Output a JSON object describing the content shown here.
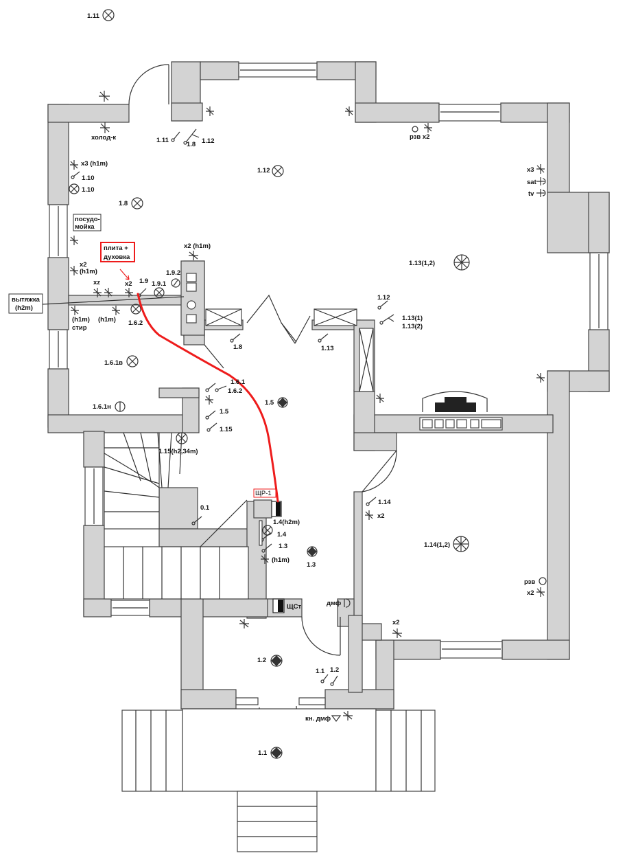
{
  "accent": "#ee1c1c",
  "labels": {
    "l111_top": "1.11",
    "kholodk": "холод-к",
    "l111": "1.11",
    "l18a": "1.8",
    "l112a": "1.12",
    "rzv_x2": "рзв x2",
    "x3_h1m": "x3 (h1m)",
    "l110a": "1.10",
    "l110b": "1.10",
    "l112_lamp": "1.12",
    "x3_right": "x3",
    "sat": "sat",
    "tv": "tv",
    "l18_lamp": "1.8",
    "posudo1": "посудо-",
    "posudo2": "мойка",
    "plita1": "плита +",
    "plita2": "духовка",
    "x2_h1m_top": "x2 (h1m)",
    "x2_a": "x2",
    "h1m_a": "(h1m)",
    "l1131_lamp": "1.13(1,2)",
    "xz": "xz",
    "x2_b": "x2",
    "l19": "1.9",
    "l192": "1.9.2",
    "l191": "1.9.1",
    "vytyazhka1": "вытяжка",
    "vytyazhka2": "(h2m)",
    "h1m_b": "(h1m)",
    "stir": "стир",
    "h1m_c": "(h1m)",
    "l162": "1.6.2",
    "l112b": "1.12",
    "l1131": "1.13(1)",
    "l1132": "1.13(2)",
    "l18b": "1.8",
    "l113": "1.13",
    "l161v": "1.6.1в",
    "l161": "1.6.1",
    "l162b": "1.6.2",
    "l15_lamp": "1.5",
    "l161n": "1.6.1н",
    "l15": "1.5",
    "l115": "1.15",
    "l115_lamp": "1.15(h2,34m)",
    "shr1": "ЩР-1",
    "l01": "0.1",
    "l14_h2m": "1.4(h2m)",
    "l14": "1.4",
    "l13": "1.3",
    "h1m_d": "(h1m)",
    "l13_lamp": "1.3",
    "l114": "1.14",
    "x2_c": "x2",
    "l1141_lamp": "1.14(1,2)",
    "rzv": "рзв",
    "x2_d": "x2",
    "dmf": "дмф",
    "shst": "ЩСт",
    "x2_e": "x2",
    "l12_lamp": "1.2",
    "l11s": "1.1",
    "l12s": "1.2",
    "kn_dmf": "кн. дмф",
    "l11_lamp": "1.1"
  }
}
